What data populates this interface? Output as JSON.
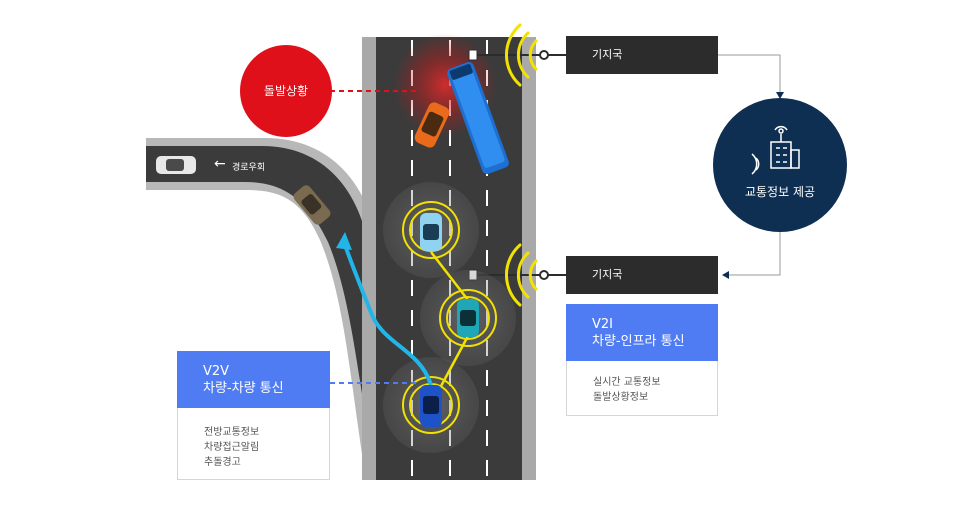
{
  "incident_label": "돌발상황",
  "detour_label": "경로우회",
  "detour_arrow": "←",
  "base_station_top": "기지국",
  "base_station_bottom": "기지국",
  "traffic_center_label": "교통정보 제공",
  "v2v": {
    "title_line1": "V2V",
    "title_line2": "차량-차량 통신",
    "items": [
      "전방교통정보",
      "차량접근알림",
      "추돌경고"
    ]
  },
  "v2i": {
    "title_line1": "V2I",
    "title_line2": "차량-인프라 통신",
    "items": [
      "실시간 교통정보",
      "돌발상황정보"
    ]
  },
  "colors": {
    "incident_red": "#e0101a",
    "v2v_blue": "#4f7cf2",
    "navy": "#0f2f52",
    "road": "#3b3b3b",
    "signal_yellow": "#f2e200",
    "path_cyan": "#22b5e8"
  }
}
